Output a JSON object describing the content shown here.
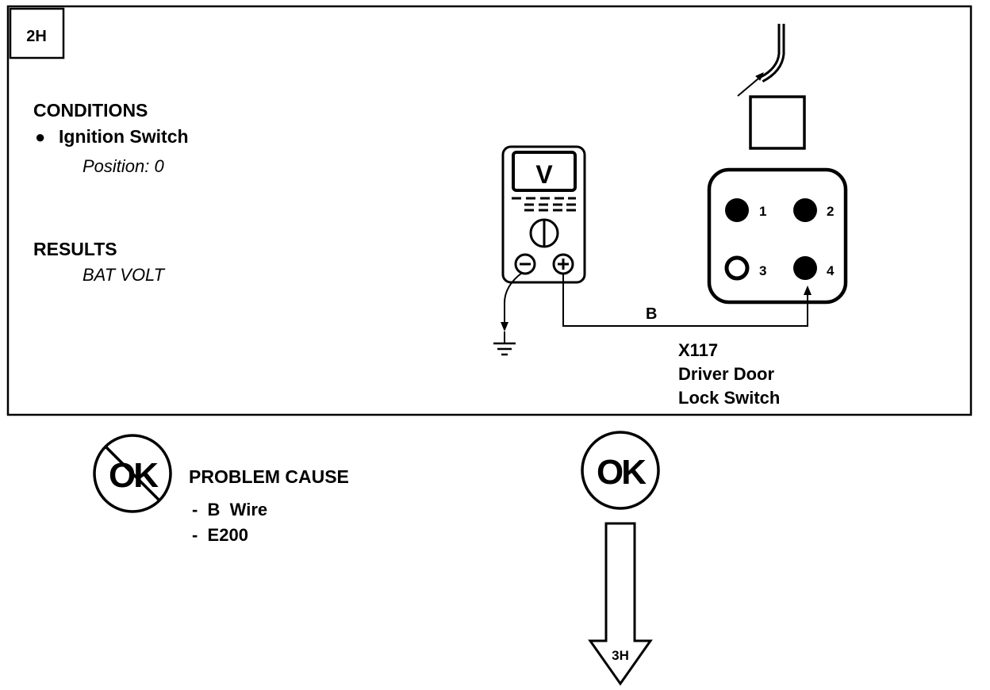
{
  "step": {
    "id": "2H"
  },
  "conditions": {
    "heading": "CONDITIONS",
    "bullet": "●",
    "item": "Ignition Switch",
    "detail": "Position: 0"
  },
  "results": {
    "heading": "RESULTS",
    "value": "BAT VOLT"
  },
  "meter": {
    "display": "V"
  },
  "connector": {
    "pins": [
      "1",
      "2",
      "3",
      "4"
    ],
    "wire_label": "B",
    "name": "X117",
    "desc_line1": "Driver Door",
    "desc_line2": "Lock Switch"
  },
  "outcome_not_ok": {
    "badge": "OK",
    "title": "PROBLEM CAUSE",
    "causes": [
      "-  B  Wire",
      "-  E200"
    ]
  },
  "outcome_ok": {
    "badge": "OK",
    "next_step": "3H"
  }
}
